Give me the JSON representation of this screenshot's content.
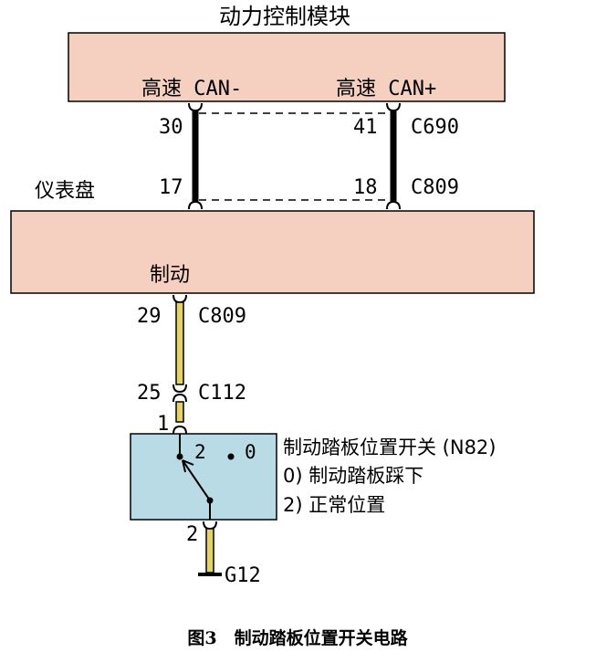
{
  "modules": {
    "pcm": {
      "title": "动力控制模块",
      "pin_label_left": "高速 CAN-",
      "pin_label_right": "高速 CAN+"
    },
    "cluster": {
      "title": "仪表盘",
      "signal_label": "制动"
    },
    "switch": {
      "title": "制动踏板位置开关 (N82)",
      "legend_0": "0) 制动踏板踩下",
      "legend_2": "2) 正常位置",
      "terminal_2": "2",
      "terminal_0": "0"
    }
  },
  "pins": {
    "pcm_left": "30",
    "pcm_right": "41",
    "pcm_connector": "C690",
    "cluster_left": "17",
    "cluster_right": "18",
    "cluster_connector": "C809",
    "brake_pin": "29",
    "brake_connector": "C809",
    "inline_pin": "25",
    "inline_connector": "C112",
    "switch_in": "1",
    "switch_out": "2",
    "ground": "G12"
  },
  "caption": "图3　制动踏板位置开关电路",
  "colors": {
    "module_fill": "#f5cfbf",
    "switch_fill": "#b9dbe6",
    "wire_yellow": "#e4d36a",
    "wire_black": "#000000"
  }
}
